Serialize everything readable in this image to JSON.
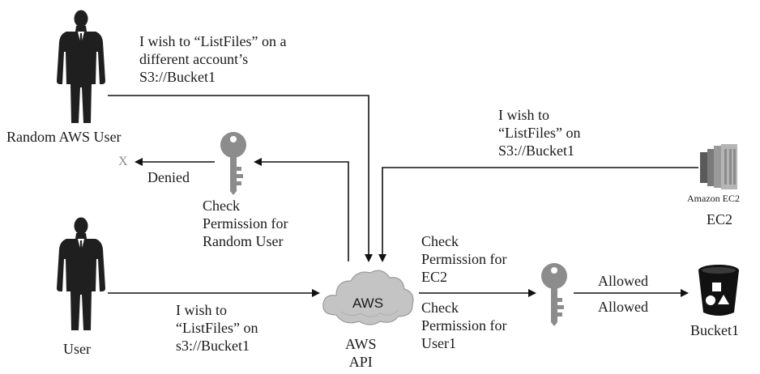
{
  "random_user": {
    "label": "Random AWS User",
    "request_lines": [
      "I wish to “ListFiles” on a",
      "different account’s",
      "S3://Bucket1"
    ]
  },
  "denied": {
    "x_mark": "X",
    "label": "Denied",
    "check_lines": [
      "Check",
      "Permission for",
      "Random User"
    ]
  },
  "ec2": {
    "request_lines": [
      "I wish to",
      "“ListFiles” on",
      "S3://Bucket1"
    ],
    "icon_label": "Amazon EC2",
    "label": "EC2"
  },
  "user": {
    "label": "User",
    "request_lines": [
      "I wish to",
      "“ListFiles” on",
      "s3://Bucket1"
    ]
  },
  "aws": {
    "cloud_label": "AWS",
    "api_lines": [
      "AWS",
      "API"
    ]
  },
  "checks": {
    "ec2_lines": [
      "Check",
      "Permission for",
      "EC2"
    ],
    "user1_lines": [
      "Check",
      "Permission for",
      "User1"
    ]
  },
  "allowed": [
    "Allowed",
    "Allowed"
  ],
  "bucket": {
    "label": "Bucket1"
  },
  "colors": {
    "figure": "#1f1f1f",
    "key": "#8c8c8c",
    "ec2_icon": "#8a8a8a",
    "bucket": "#111111",
    "cloud": "#c4c4c4"
  }
}
